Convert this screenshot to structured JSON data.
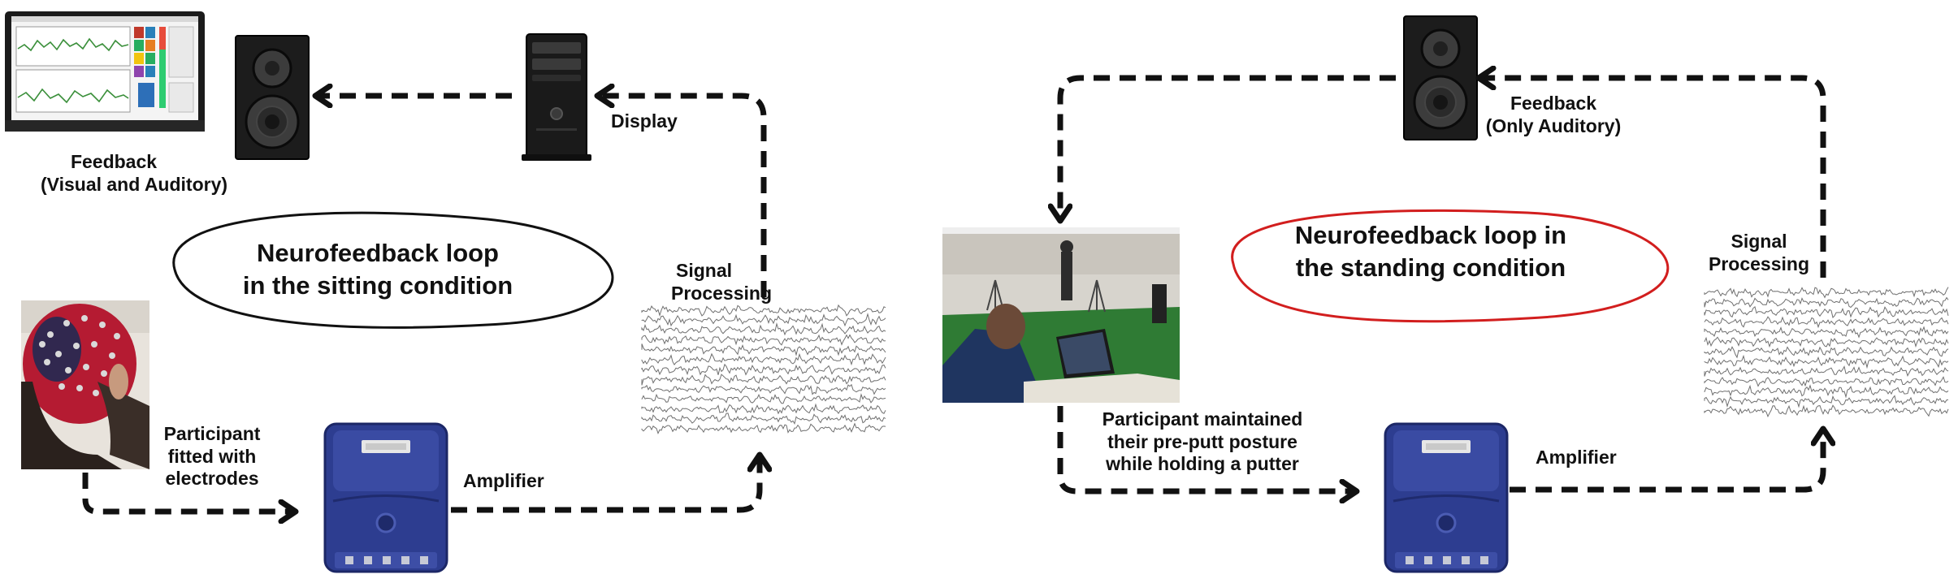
{
  "colors": {
    "arrow": "#111111",
    "oval_left_stroke": "#111111",
    "oval_right_stroke": "#d21e1e",
    "amplifier_body": "#2e3f93",
    "cap": "#c0182e",
    "field": "#2f7b34"
  },
  "icons": [
    "monitor-icon",
    "speaker-icon",
    "computer-tower-icon",
    "amplifier-icon",
    "eeg-signal-icon",
    "participant-photo",
    "putting-photo"
  ],
  "sitting": {
    "feedback": {
      "line1": "Feedback",
      "line2": "(Visual and Auditory)"
    },
    "display": "Display",
    "title": {
      "line1": "Neurofeedback loop",
      "line2": "in the sitting condition"
    },
    "signal": {
      "line1": "Signal",
      "line2": "Processing"
    },
    "participant": {
      "line1": "Participant",
      "line2": "fitted with",
      "line3": "electrodes"
    },
    "amplifier": "Amplifier"
  },
  "standing": {
    "feedback": {
      "line1": "Feedback",
      "line2": "(Only Auditory)"
    },
    "title": {
      "line1": "Neurofeedback loop in",
      "line2": "the standing condition"
    },
    "signal": {
      "line1": "Signal",
      "line2": "Processing"
    },
    "participant": {
      "line1": "Participant maintained",
      "line2": "their pre-putt posture",
      "line3": "while holding a putter"
    },
    "amplifier": "Amplifier"
  }
}
